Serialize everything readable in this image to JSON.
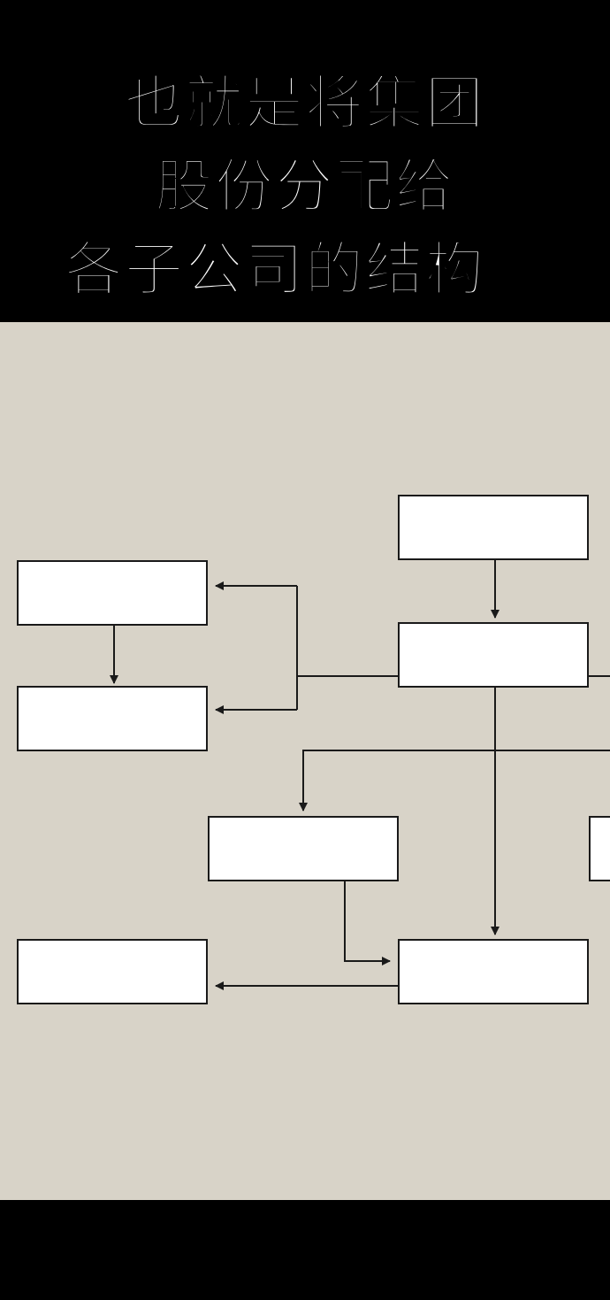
{
  "caption": {
    "lines": [
      "也就是将集团",
      "股份分配给",
      "各子公司的结构。"
    ]
  },
  "colors": {
    "background": "#000000",
    "panel": "#d8d3c8",
    "box_fill": "#ffffff",
    "line": "#1a1a1a",
    "caption_text": "#ffffff"
  },
  "diagram": {
    "nodes": [
      {
        "id": "top-right",
        "label": ""
      },
      {
        "id": "center-right",
        "label": ""
      },
      {
        "id": "upper-left",
        "label": ""
      },
      {
        "id": "middle-left",
        "label": ""
      },
      {
        "id": "center-mid",
        "label": ""
      },
      {
        "id": "far-right-partial",
        "label": ""
      },
      {
        "id": "bottom-left",
        "label": ""
      },
      {
        "id": "bottom-right",
        "label": ""
      }
    ],
    "edges": [
      {
        "from": "top-right",
        "to": "center-right"
      },
      {
        "from": "center-right",
        "to": "upper-left"
      },
      {
        "from": "center-right",
        "to": "middle-left"
      },
      {
        "from": "upper-left",
        "to": "middle-left"
      },
      {
        "from": "center-right",
        "to": "center-mid"
      },
      {
        "from": "center-right",
        "to": "bottom-right"
      },
      {
        "from": "center-mid",
        "to": "bottom-right"
      },
      {
        "from": "bottom-right",
        "to": "bottom-left"
      }
    ]
  }
}
